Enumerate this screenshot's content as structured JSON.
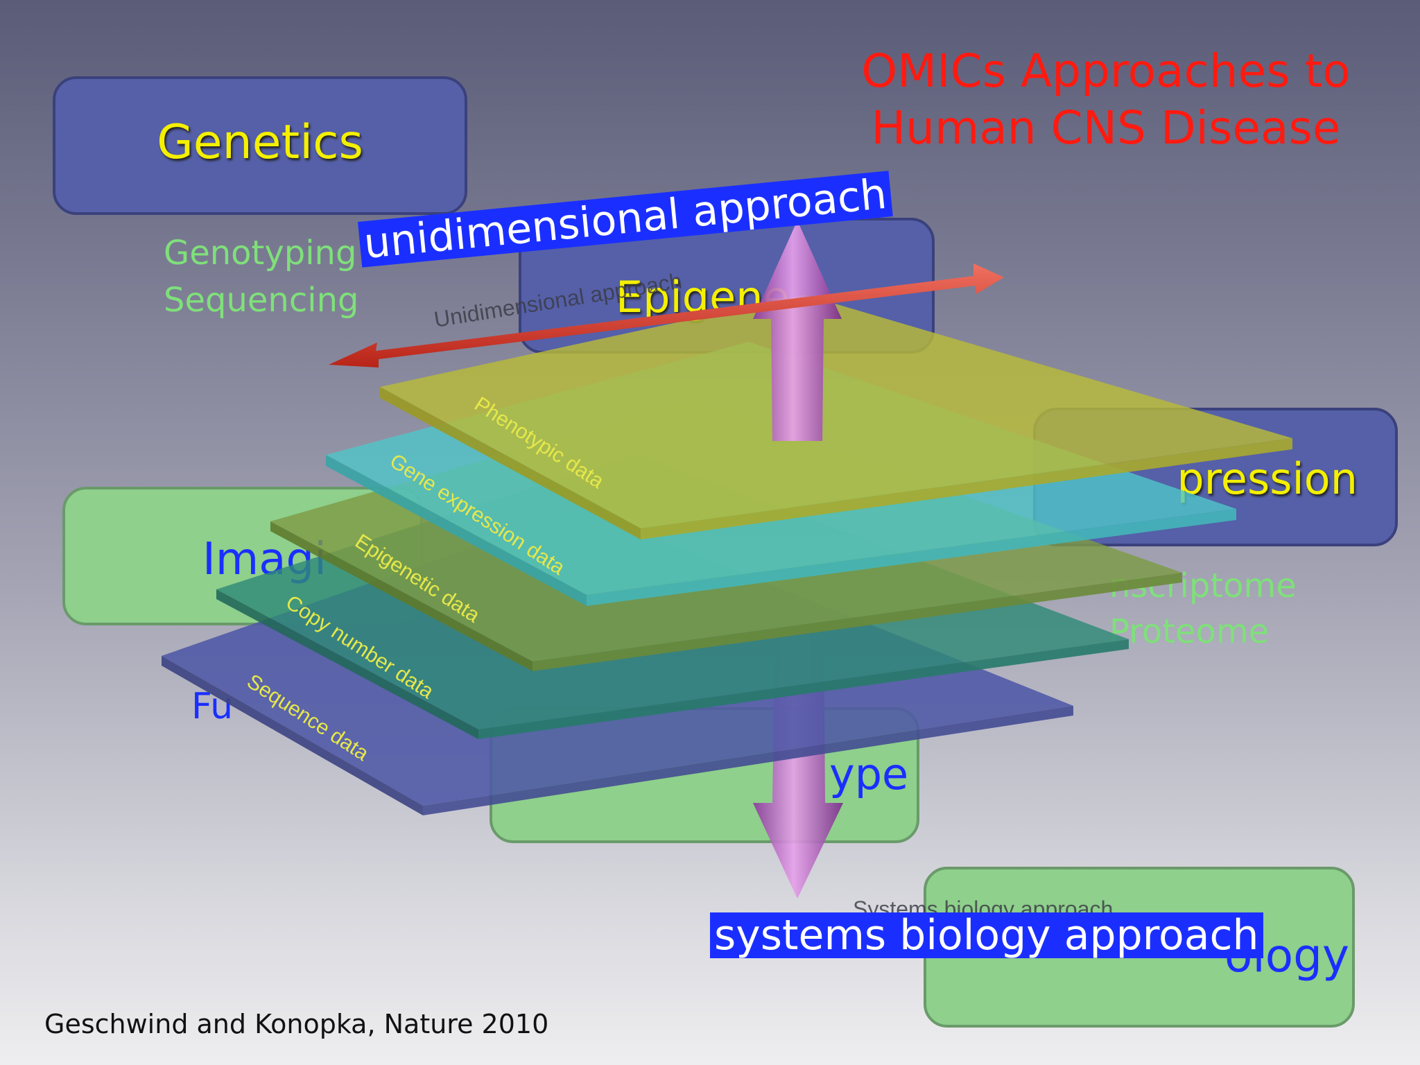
{
  "title": {
    "line1": "OMICs Approaches to",
    "line2": "Human CNS Disease"
  },
  "boxes": {
    "genetics": {
      "label": "Genetics",
      "items": [
        "Genotyping",
        "Sequencing"
      ]
    },
    "epigenetics": {
      "label": "Epigene"
    },
    "expression": {
      "label": "pression",
      "items": [
        "nscriptome",
        "Proteome"
      ]
    },
    "imaging": {
      "label": "Imagi",
      "item_partial": "Fu"
    },
    "phenotype": {
      "label": "ype"
    },
    "neuropathology": {
      "label": "ology"
    }
  },
  "diagram": {
    "layers": [
      "Phenotypic data",
      "Gene expression data",
      "Epigenetic data",
      "Copy number data",
      "Sequence data"
    ],
    "horizontal_label": "Unidimensional approach",
    "vertical_label": "Systems biology approach"
  },
  "captions": {
    "unidimensional": "unidimensional approach",
    "systems": "systems biology approach"
  },
  "citation": "Geschwind and Konopka, Nature 2010",
  "colors": {
    "title": "#ff1a10",
    "blue_box": "#5560a8",
    "green_box": "#8ed08c",
    "caption_bg": "#1a2fff",
    "arrow_red": "#d63a2c",
    "arrow_purple": "#b45cc0"
  }
}
